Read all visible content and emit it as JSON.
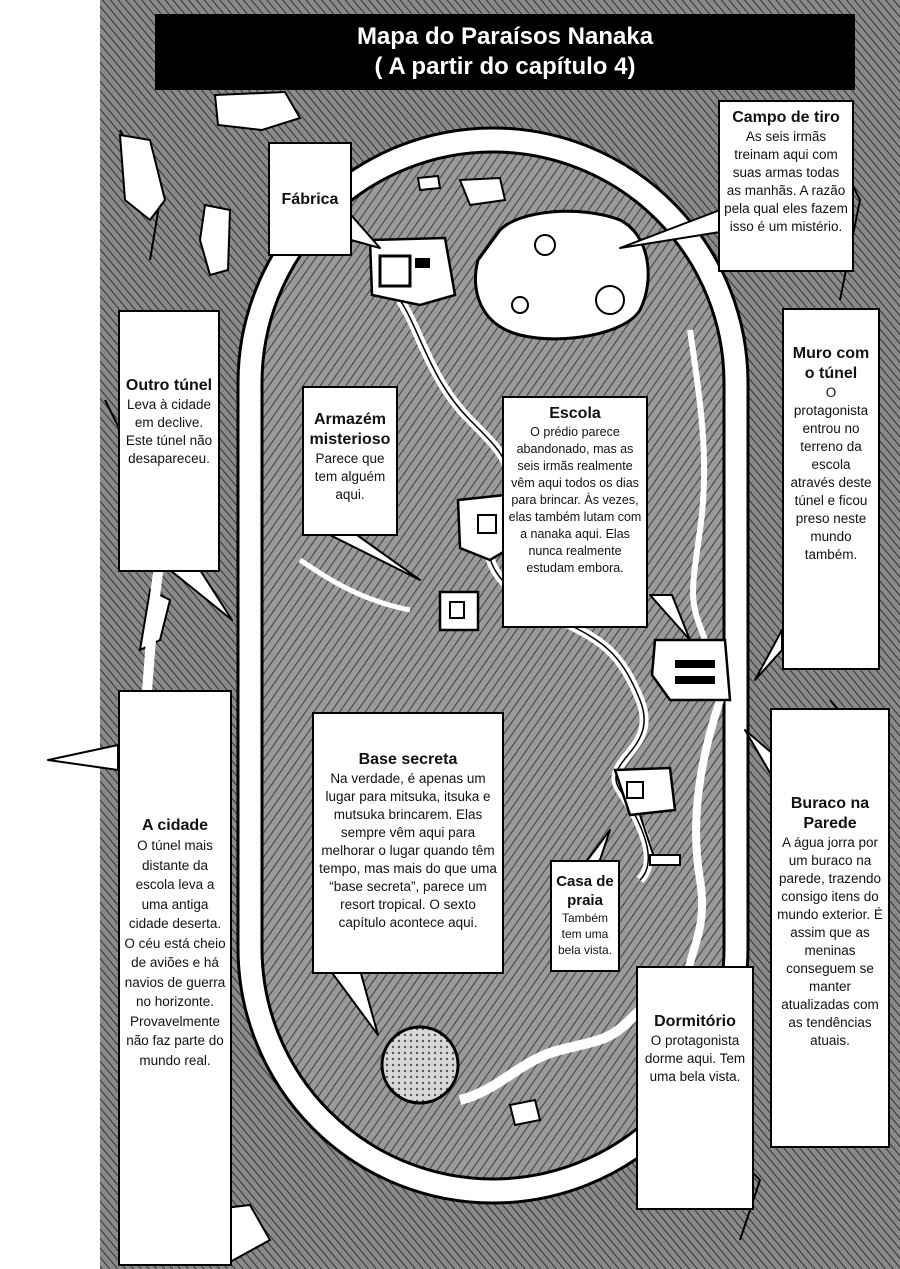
{
  "title": {
    "line1": "Mapa do Paraísos Nanaka",
    "line2": "( A partir do capítulo 4)"
  },
  "locations": {
    "fabrica": {
      "label": "Fábrica"
    },
    "campo_de_tiro": {
      "label": "Campo de tiro",
      "text": "As seis irmãs treinam aqui com suas armas todas as manhãs. A razão pela qual eles fazem isso é um mistério."
    },
    "outro_tunel": {
      "label": "Outro túnel",
      "text": "Leva à cidade em declive. Este túnel não desapareceu."
    },
    "armazem": {
      "label": "Armazém misterioso",
      "text": "Parece que tem alguém aqui."
    },
    "escola": {
      "label": "Escola",
      "text": "O prédio parece abandonado, mas as seis irmãs realmente vêm aqui todos os dias para brincar. Às vezes, elas também lutam com a nanaka aqui. Elas nunca realmente estudam embora."
    },
    "muro_tunel": {
      "label": "Muro com o túnel",
      "text": "O protagonista entrou no terreno da escola através deste túnel e ficou preso neste mundo também."
    },
    "a_cidade": {
      "label": "A cidade",
      "text": "O túnel mais distante da escola leva a uma antiga cidade deserta. O céu está cheio de aviões e há navios de guerra no horizonte. Provavelmente não faz parte do mundo real."
    },
    "base_secreta": {
      "label": "Base secreta",
      "text": "Na verdade, é apenas um lugar para mitsuka, itsuka e mutsuka brincarem. Elas sempre vêm aqui para melhorar o lugar quando têm tempo, mas mais do que uma “base secreta”, parece um resort tropical. O sexto capítulo acontece aqui."
    },
    "casa_de_praia": {
      "label": "Casa de praia",
      "text": "Também tem uma bela vista."
    },
    "dormitorio": {
      "label": "Dormitório",
      "text": "O protagonista dorme aqui. Tem uma bela vista."
    },
    "buraco": {
      "label": "Buraco na Parede",
      "text": "A água jorra por um buraco na parede, trazendo consigo itens do mundo exterior. É assim que as meninas conseguem se manter atualizadas com as tendências atuais."
    }
  },
  "colors": {
    "ground": "#8d8d8d",
    "ink": "#000000",
    "paper": "#ffffff"
  }
}
